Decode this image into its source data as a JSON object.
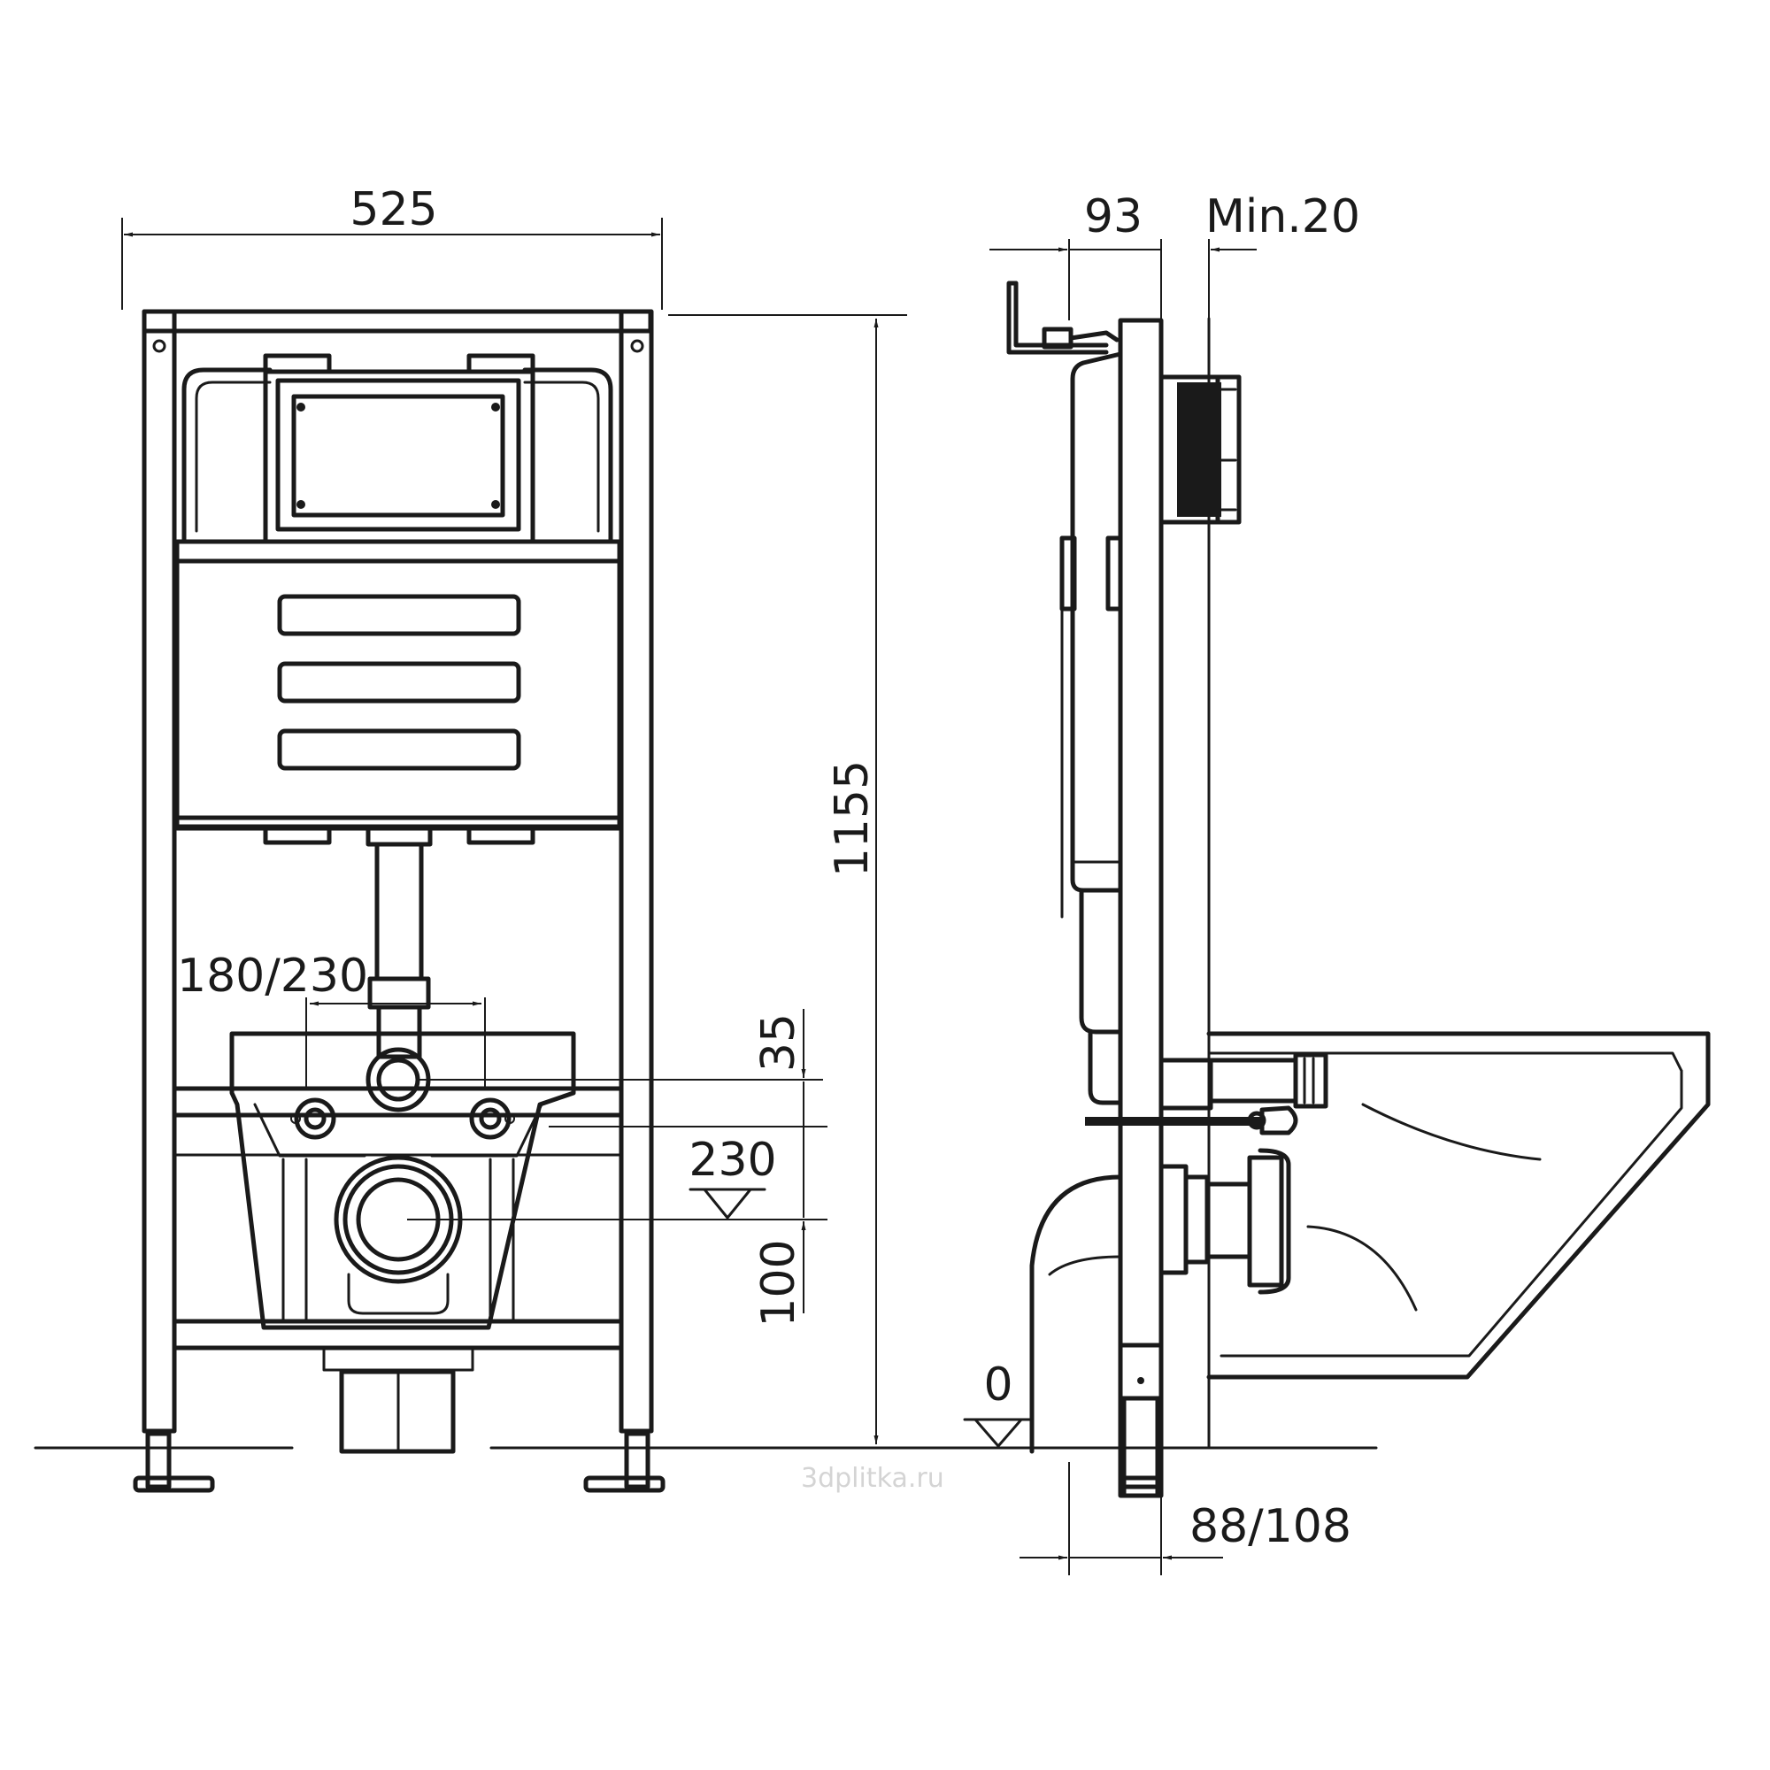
{
  "dimensions": {
    "width": "525",
    "height": "1155",
    "depth": "93",
    "min_gap": "Min.20",
    "bolt_spacing": "180/230",
    "inlet_offset": "35",
    "outlet_height": "230",
    "outlet_drop": "100",
    "floor_level": "0",
    "foot_depth": "88/108"
  },
  "watermark": "3dplitka.ru"
}
